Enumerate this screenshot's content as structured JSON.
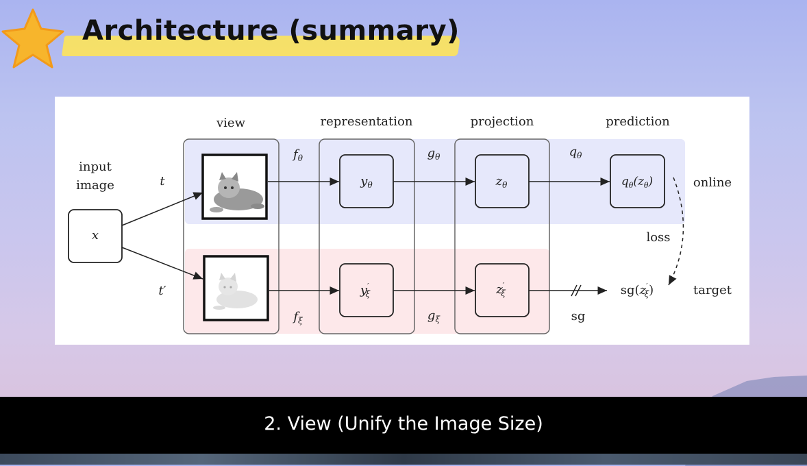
{
  "slide": {
    "title": "Architecture (summary)"
  },
  "caption": {
    "text": "2. View (Unify the Image Size)"
  },
  "diagram": {
    "columns": {
      "view": "view",
      "representation": "representation",
      "projection": "projection",
      "prediction": "prediction"
    },
    "input_label_line1": "input",
    "input_label_line2": "image",
    "input_node": "x",
    "online_label": "online",
    "target_label": "target",
    "loss_label": "loss",
    "sg_label": "sg",
    "aug_online": "t",
    "aug_target": "t′",
    "f_theta": "fθ",
    "g_theta": "gθ",
    "q_theta": "qθ",
    "f_xi": "fξ",
    "g_xi": "gξ",
    "y_theta": "yθ",
    "z_theta": "zθ",
    "q_z_theta": "qθ(zθ)",
    "y_xi": "y′ξ",
    "z_xi": "z′ξ",
    "sg_z_xi": "sg(z′ξ)"
  },
  "colors": {
    "online_band": "#e6e8fb",
    "target_band": "#fde8ea",
    "highlight": "#fde45a"
  }
}
